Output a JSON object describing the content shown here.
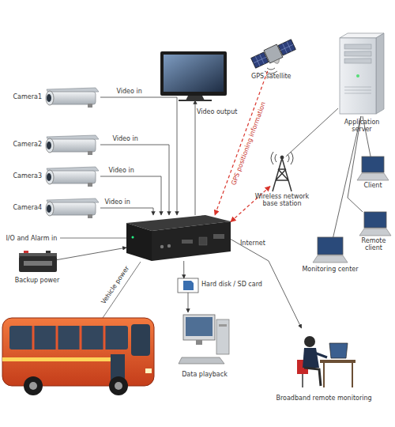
{
  "diagram": {
    "nodes": [
      {
        "text": [
          "Camera1"
        ]
      },
      {
        "text": [
          "Camera2"
        ]
      },
      {
        "text": [
          "Camera3"
        ]
      },
      {
        "text": [
          "Camera4"
        ]
      },
      {
        "text": [
          "Video output"
        ]
      },
      {
        "text": [
          "GPS satellite"
        ]
      },
      {
        "text": [
          "Application server"
        ]
      },
      {
        "text": [
          "Wireless network base station"
        ]
      },
      {
        "text": []
      },
      {
        "text": [
          "Client"
        ]
      },
      {
        "text": [
          "Remote client"
        ]
      },
      {
        "text": [
          "Monitoring center"
        ]
      },
      {
        "text": [
          "Backup power"
        ]
      },
      {
        "text": [
          "Hard disk / SD card"
        ]
      },
      {
        "text": [
          "Data playback"
        ]
      },
      {
        "text": [
          "Broadband remote monitoring"
        ]
      }
    ],
    "edges": [
      {
        "from": 0,
        "to": 8,
        "arrow": "to",
        "label": "Video in"
      },
      {
        "from": 1,
        "to": 8,
        "arrow": "to",
        "label": "Video in"
      },
      {
        "from": 2,
        "to": 8,
        "arrow": "to",
        "label": "Video in"
      },
      {
        "from": 3,
        "to": 8,
        "arrow": "to",
        "label": "Video in"
      },
      {
        "from": 8,
        "to": 4,
        "arrow": "to"
      },
      {
        "from": 5,
        "to": 8,
        "arrow": "to",
        "label": "GPS positioning information"
      },
      {
        "from": 8,
        "to": 7,
        "arrow": "both"
      },
      {
        "from": 7,
        "to": 6,
        "arrow": "none"
      },
      {
        "from": 6,
        "to": 9,
        "arrow": "none"
      },
      {
        "from": 6,
        "to": 10,
        "arrow": "none"
      },
      {
        "from": 6,
        "to": 11,
        "arrow": "none"
      },
      {
        "from": 12,
        "to": 8,
        "arrow": "to"
      },
      {
        "from": 8,
        "to": 13,
        "arrow": "to"
      },
      {
        "from": 13,
        "to": 14,
        "arrow": "to"
      },
      {
        "from": 8,
        "to": 15,
        "arrow": "to",
        "label": "Internet"
      }
    ],
    "labels": [
      "I/O and Alarm in",
      "Vehicle power"
    ]
  }
}
